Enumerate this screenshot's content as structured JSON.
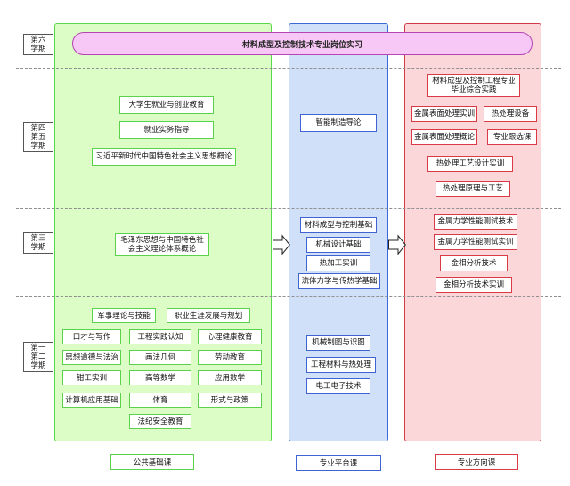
{
  "semesters": {
    "s6": "第六\n学期",
    "s45": "第四\n第五\n学期",
    "s3": "第三\n学期",
    "s12": "第一\n第二\n学期"
  },
  "banner": "材料成型及控制技术专业岗位实习",
  "basic": {
    "legend": "公共基础课",
    "s45": [
      "大学生就业与创业教育",
      "就业实务指导",
      "习近平新时代中国特色社会主义思想概论"
    ],
    "s3": "毛泽东思想与中国特色社\n会主义理论体系概论",
    "s12": [
      "军事理论与技能",
      "职业生涯发展与规划",
      "口才与写作",
      "工程实践认知",
      "心理健康教育",
      "思想道德与法治",
      "画法几何",
      "劳动教育",
      "钳工实训",
      "高等数学",
      "应用数学",
      "计算机应用基础",
      "体育",
      "形式与政策",
      "法纪安全教育"
    ]
  },
  "platform": {
    "legend": "专业平台课",
    "s45": [
      "智能制造导论"
    ],
    "s3": [
      "材料成型与控制基础",
      "机械设计基础",
      "热加工实训",
      "流体力学与传热学基础"
    ],
    "s12": [
      "机械制图与识图",
      "工程材料与热处理",
      "电工电子技术"
    ]
  },
  "direction": {
    "legend": "专业方向课",
    "s45": [
      "材料成型及控制工程专业\n毕业综合实践",
      "金属表面处理实训",
      "热处理设备",
      "金属表面处理概论",
      "专业跟选课",
      "热处理工艺设计实训",
      "热处理原理与工艺"
    ],
    "s3": [
      "金属力学性能测试技术",
      "金属力学性能测试实训",
      "金相分析技术",
      "金相分析技术实训"
    ]
  }
}
